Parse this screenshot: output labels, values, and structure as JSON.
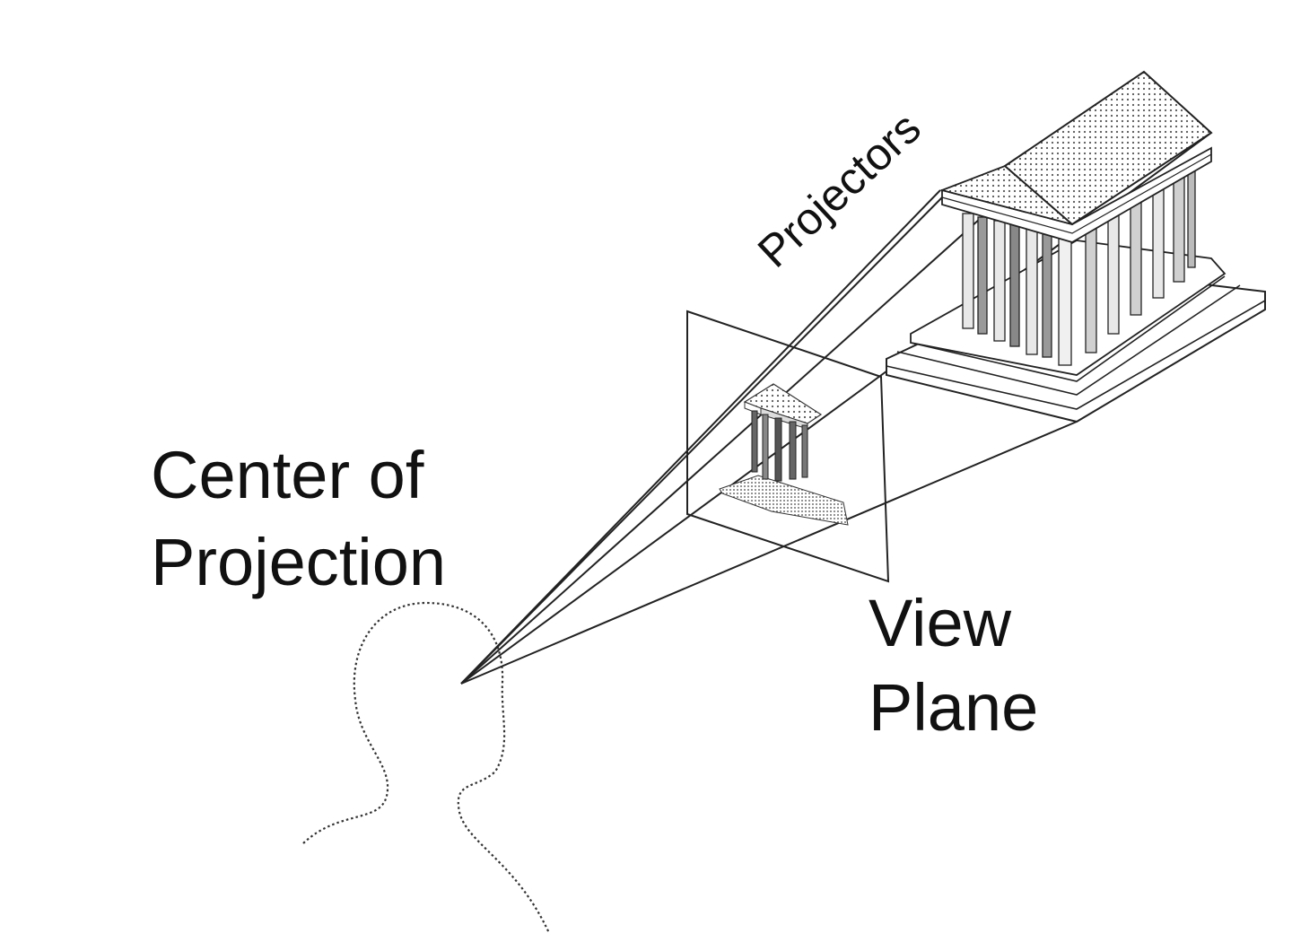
{
  "labels": {
    "center_of_projection": [
      "Center of",
      "Projection"
    ],
    "projectors": "Projectors",
    "view_plane": [
      "View",
      "Plane"
    ]
  },
  "colors": {
    "ink": "#111111",
    "background": "#ffffff",
    "stipple": "#555555"
  },
  "icons": {
    "viewer": "head-silhouette-icon",
    "temple": "greek-temple-icon"
  }
}
